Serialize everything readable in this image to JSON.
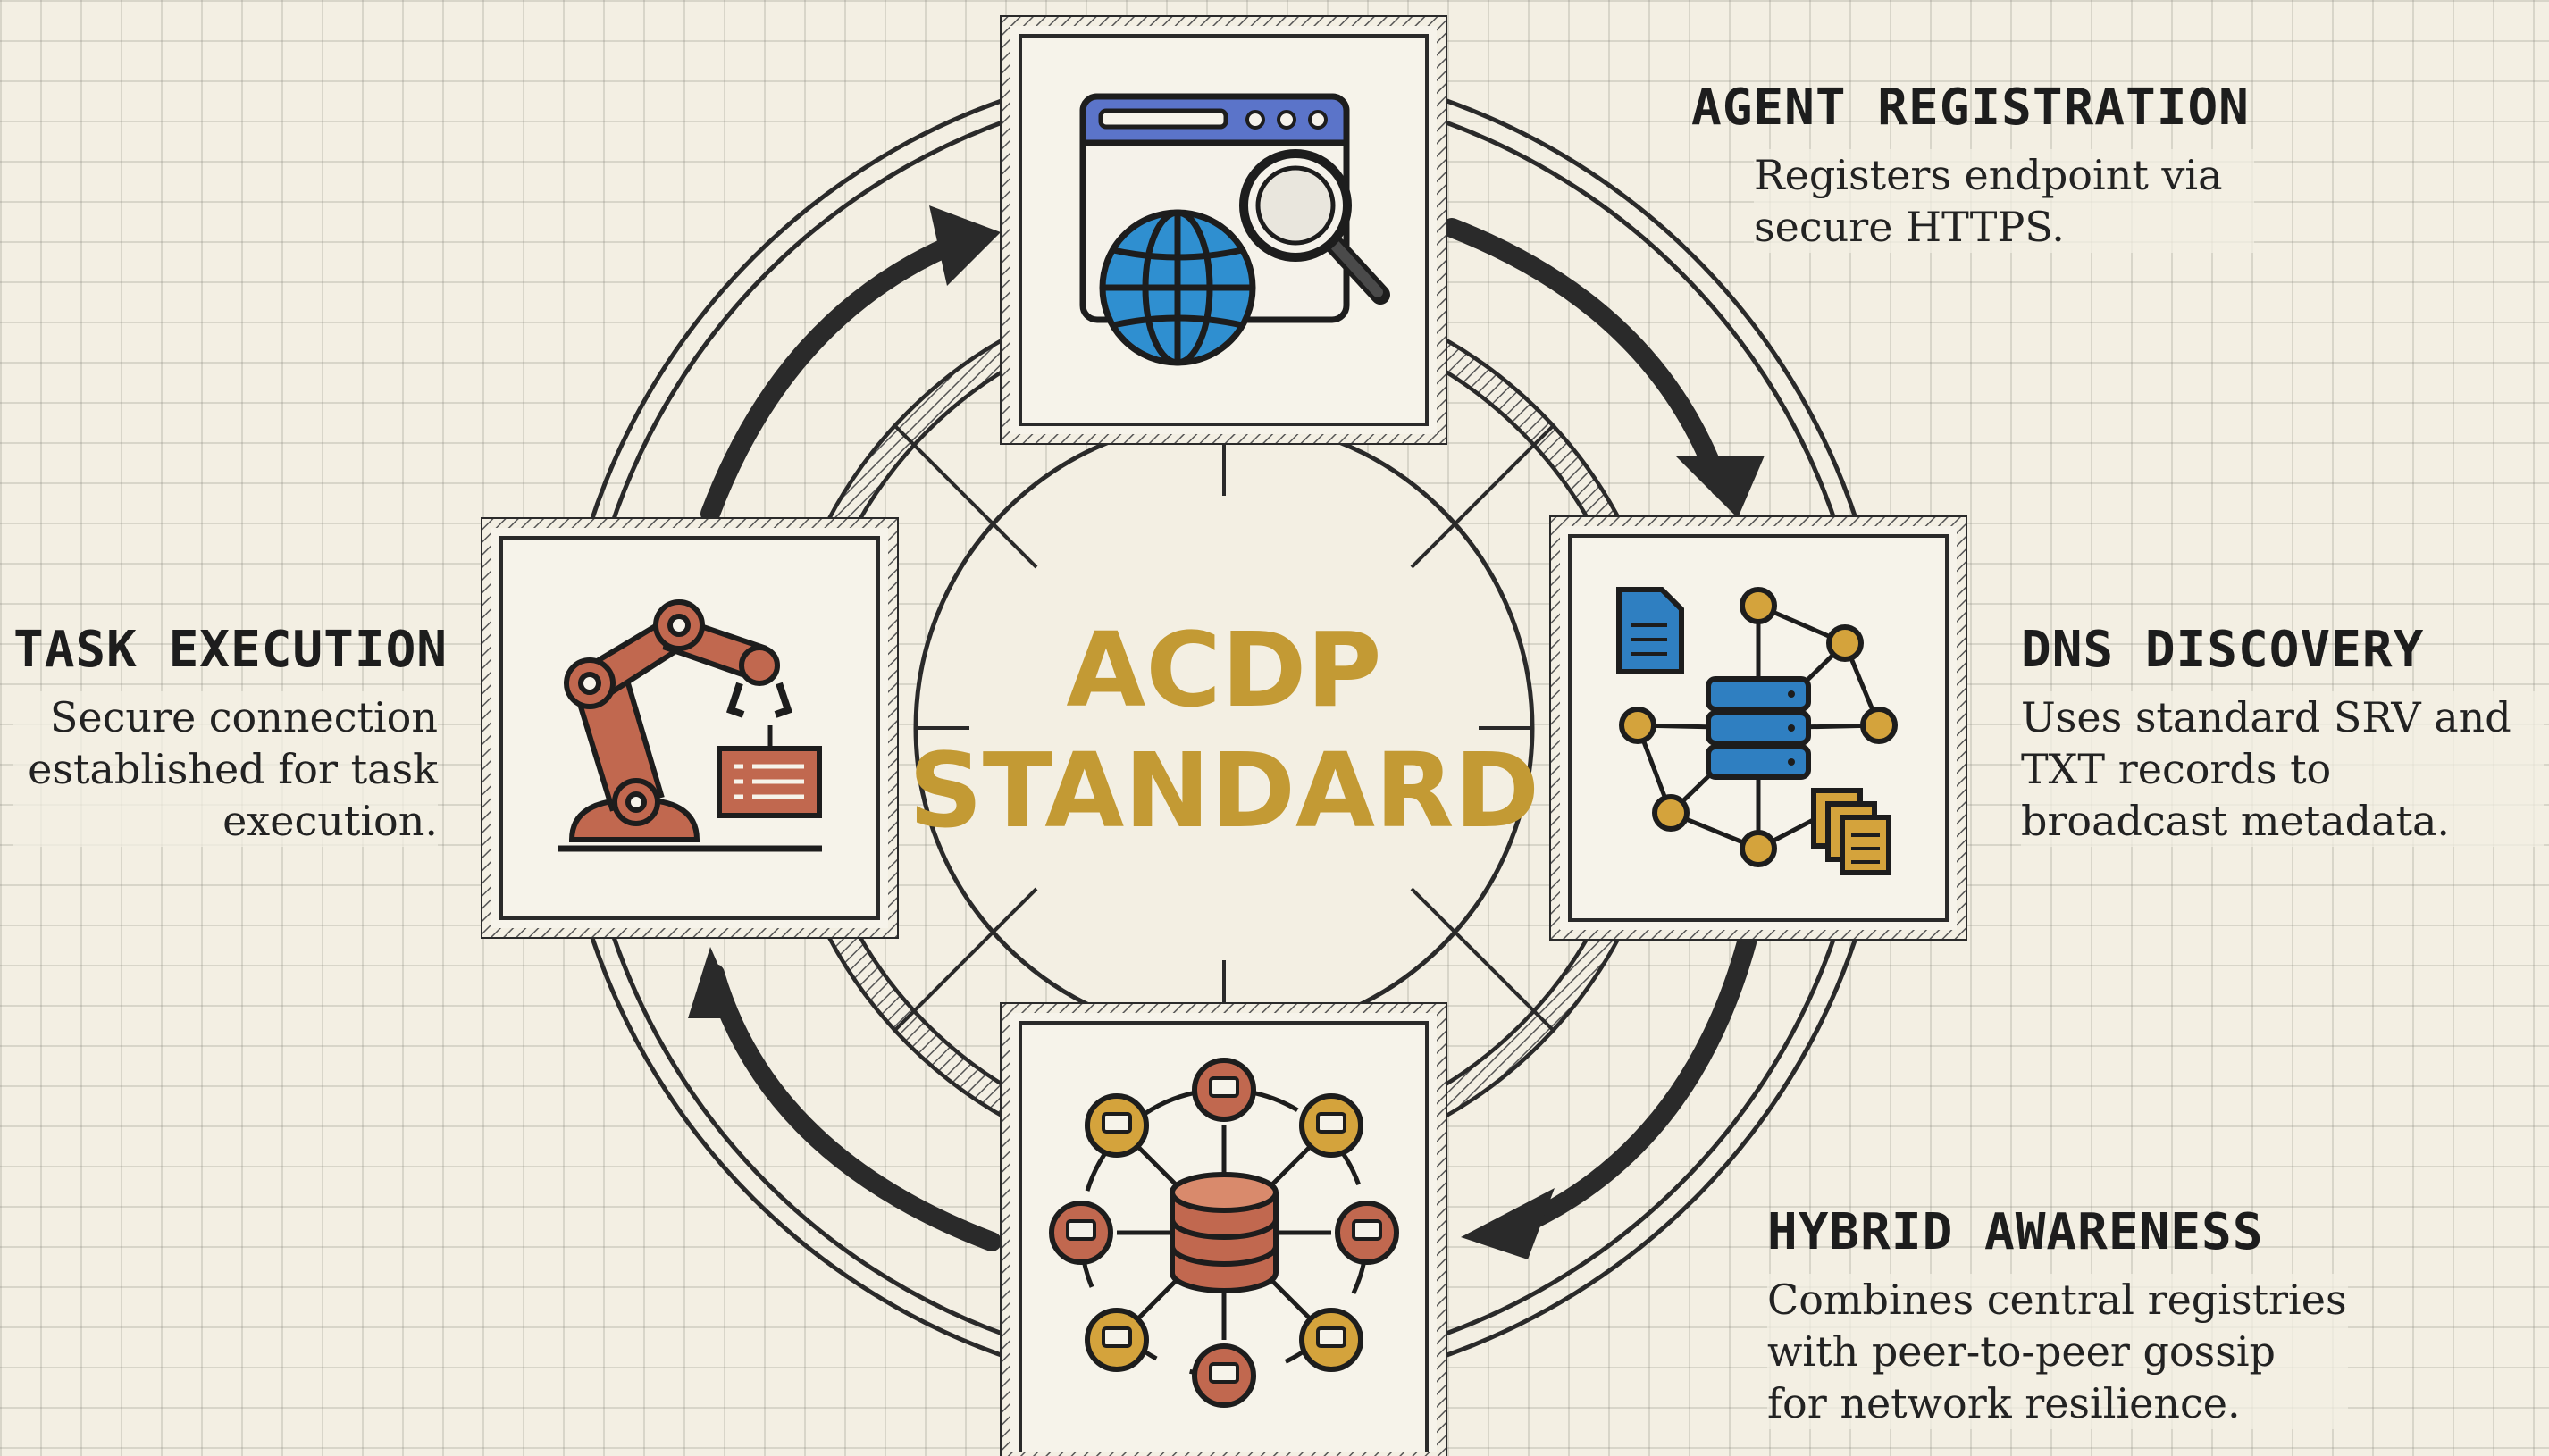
{
  "center": {
    "line1": "ACDP",
    "line2": "STANDARD"
  },
  "stages": [
    {
      "id": "agent-registration",
      "title": "AGENT REGISTRATION",
      "description": "Registers endpoint via secure HTTPS."
    },
    {
      "id": "dns-discovery",
      "title": "DNS DISCOVERY",
      "description": "Uses standard SRV and TXT records to broadcast metadata."
    },
    {
      "id": "hybrid-awareness",
      "title": "HYBRID AWARENESS",
      "description": "Combines central registries with peer-to-peer gossip for network resilience."
    },
    {
      "id": "task-execution",
      "title": "TASK EXECUTION",
      "description": "Secure connection established for task execution."
    }
  ],
  "icons": {
    "top": "browser-globe-search-icon",
    "right": "dns-server-network-icon",
    "bottom": "peer-network-database-icon",
    "left": "robot-arm-icon"
  },
  "colors": {
    "accent_gold": "#c39a34",
    "robot_red": "#c1684f",
    "globe_blue": "#2f8fd0",
    "ink": "#2a2a2a",
    "background": "#f3efe3"
  }
}
